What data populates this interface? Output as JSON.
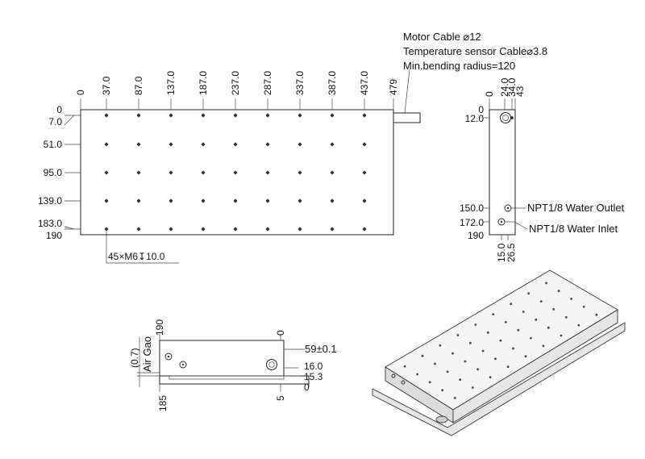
{
  "notes": {
    "cable_lines": [
      "Motor Cable ⌀12",
      "Temperature sensor Cable⌀3.8",
      "Min.bending radius=120"
    ],
    "hole_spec": "45×M6↧10.0"
  },
  "top_view": {
    "x_dims": [
      "0",
      "37.0",
      "87.0",
      "137.0",
      "187.0",
      "237.0",
      "287.0",
      "337.0",
      "387.0",
      "437.0",
      "479"
    ],
    "y_dims": [
      "0",
      "7.0",
      "51.0",
      "95.0",
      "139.0",
      "183.0",
      "190"
    ]
  },
  "side_view": {
    "top_dims": [
      "0",
      "24.0",
      "34.0",
      "43"
    ],
    "left_dims": [
      "0",
      "12.0",
      "150.0",
      "172.0",
      "190"
    ],
    "bottom_dims": [
      "15.0",
      "26.5"
    ],
    "ports": [
      "NPT1/8 Water Outlet",
      "NPT1/8 Water Inlet"
    ]
  },
  "end_view": {
    "air_gap_label": "Air Gao",
    "air_gap_value": "(0.7)",
    "top_dims": [
      "190",
      "0"
    ],
    "right_dims": [
      "59±0.1",
      "16.0",
      "15.3",
      "0"
    ],
    "bottom_dims": [
      "185",
      "5"
    ]
  }
}
